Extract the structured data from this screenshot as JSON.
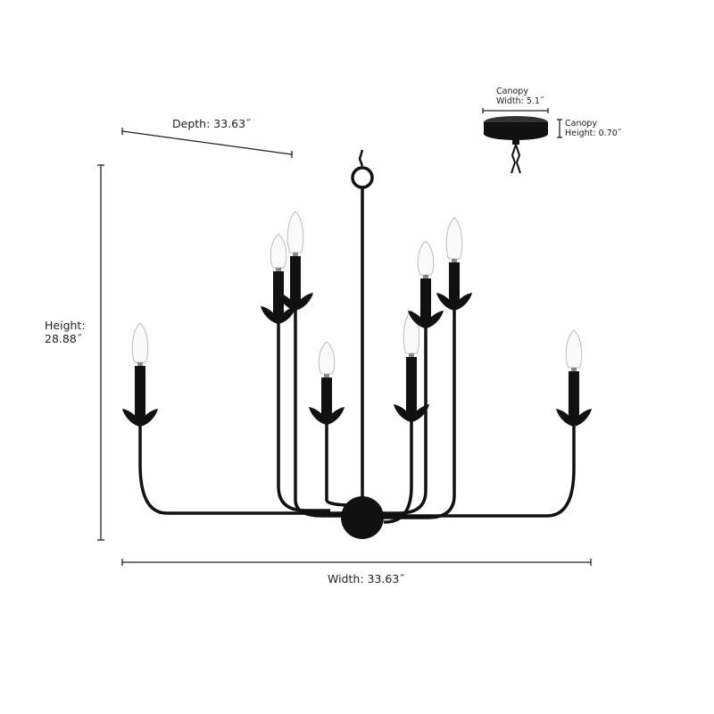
{
  "dimensions": {
    "depth": "Depth: 33.63˝",
    "height_label": "Height:",
    "height_value": "28.88˝",
    "width": "Width: 33.63˝",
    "canopy_width_label": "Canopy",
    "canopy_width_value": "Width: 5.1˝",
    "canopy_height_label": "Canopy",
    "canopy_height_value": "Height: 0.70˝"
  },
  "product": {
    "type": "8-light chandelier",
    "finish_color": "#111111"
  }
}
